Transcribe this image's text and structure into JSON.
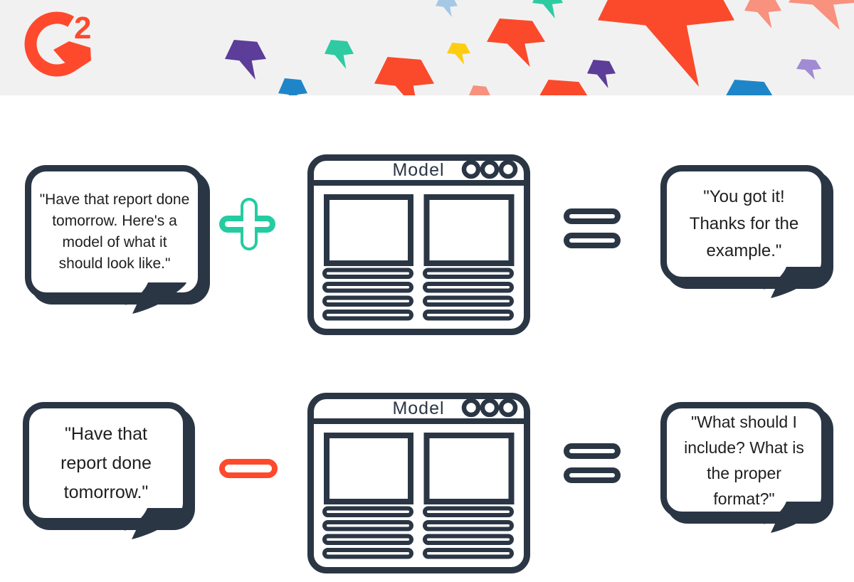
{
  "brand": {
    "name": "G2",
    "logo_letter": "G",
    "logo_superscript": "2",
    "logo_color": "#FF492C"
  },
  "header": {
    "background": "#F2F1F2",
    "confetti_colors": {
      "red": "#FA4A2B",
      "purple": "#5C3D99",
      "light_purple": "#A18BD4",
      "teal": "#2ECBA2",
      "blue": "#1E86C8",
      "light_blue": "#A5C8E4",
      "yellow": "#FCCE12",
      "salmon": "#F8917E"
    }
  },
  "palette": {
    "navy": "#2B3645",
    "plus_teal": "#24CCA0",
    "minus_red": "#FF492C",
    "bubble_text": "#1F1F1F"
  },
  "equation_top": {
    "prompt": "\"Have that report done\ntomorrow. Here's a\nmodel of what it\nshould look like.\"",
    "operator": "plus",
    "window_title": "Model",
    "result": "\"You got it!\nThanks for the\nexample.\""
  },
  "equation_bottom": {
    "prompt": "\"Have that\nreport done\ntomorrow.\"",
    "operator": "minus",
    "window_title": "Model",
    "result": "\"What should I\ninclude? What is\nthe proper\nformat?\""
  }
}
